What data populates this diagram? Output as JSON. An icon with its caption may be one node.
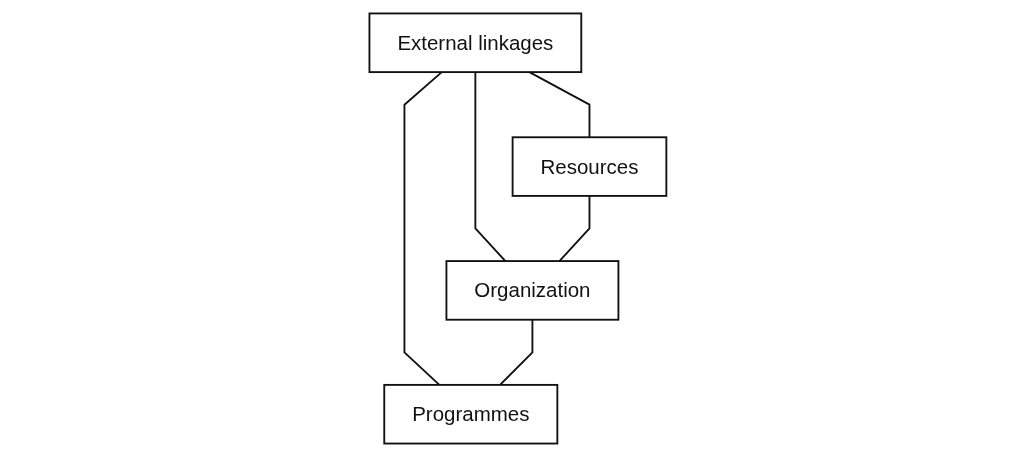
{
  "diagram": {
    "nodes": [
      {
        "text": [
          "External linkages"
        ]
      },
      {
        "text": [
          "Resources"
        ]
      },
      {
        "text": [
          "Organization"
        ]
      },
      {
        "text": [
          "Programmes"
        ]
      }
    ],
    "edges": [
      {
        "from": 0,
        "to": 1,
        "arrow": "none"
      },
      {
        "from": 0,
        "to": 2,
        "arrow": "none"
      },
      {
        "from": 0,
        "to": 3,
        "arrow": "none"
      },
      {
        "from": 1,
        "to": 2,
        "arrow": "none"
      },
      {
        "from": 2,
        "to": 3,
        "arrow": "none"
      }
    ]
  }
}
